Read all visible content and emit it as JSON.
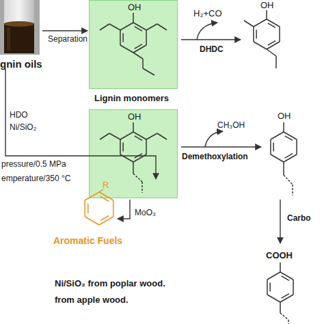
{
  "diagram": {
    "nodes": [
      {
        "text": [
          "OH"
        ]
      },
      {
        "text": [
          "OH"
        ]
      }
    ],
    "labels": [
      "H₂+CO",
      "OH",
      "DHDC",
      "gnin oils",
      "Separation",
      "Lignin monomers",
      "CH₃OH",
      "OH",
      "Demethoxylation",
      "HDO",
      "Ni/SiO₂",
      "pressure/0.5 MPa",
      "emperature/350 °C",
      "R",
      "MoO₃",
      "Carbo",
      "COOH",
      "Aromatic Fuels",
      "Ni/SiO₂ from poplar wood.",
      "from apple wood."
    ]
  }
}
